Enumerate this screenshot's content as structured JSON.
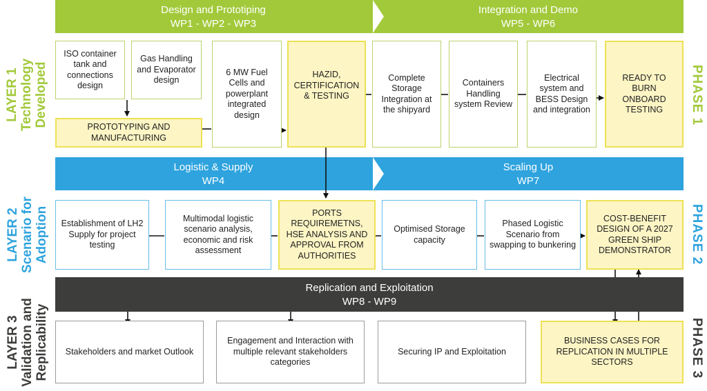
{
  "colors": {
    "green": "#a2c93a",
    "blue": "#2ea3de",
    "dark": "#3d3d3b",
    "highlight_fill": "#fdf5c4",
    "highlight_border": "#ede156"
  },
  "layers": {
    "layer1": {
      "line1": "LAYER 1",
      "line2": "Technology",
      "line3": "Developed"
    },
    "layer2": {
      "line1": "LAYER 2",
      "line2": "Scenario for",
      "line3": "Adoption"
    },
    "layer3": {
      "line1": "LAYER 3",
      "line2": "Validation and",
      "line3": "Replicability"
    }
  },
  "phases": {
    "phase1": "PHASE 1",
    "phase2": "PHASE 2",
    "phase3": "PHASE 3"
  },
  "bands": {
    "design": {
      "title": "Design and Prototiping",
      "wp": "WP1 - WP2 - WP3"
    },
    "integration": {
      "title": "Integration and Demo",
      "wp": "WP5 - WP6"
    },
    "logistic": {
      "title": "Logistic & Supply",
      "wp": "WP4"
    },
    "scaling": {
      "title": "Scaling Up",
      "wp": "WP7"
    },
    "replication": {
      "title": "Replication and Exploitation",
      "wp": "WP8 - WP9"
    }
  },
  "boxes": {
    "iso_container": "ISO container tank and connections design",
    "gas_handling": "Gas Handling and Evaporator design",
    "prototyping": "PROTOTYPING AND MANUFACTURING",
    "fuel_cells": "6 MW Fuel Cells and powerplant integrated design",
    "hazid": "HAZID, CERTIFICATION & TESTING",
    "storage_integration": "Complete Storage Integration at the shipyard",
    "containers_review": "Containers Handling system Review",
    "electrical": "Electrical system and BESS Design and integration",
    "ready_burn": "READY TO BURN ONBOARD TESTING",
    "lh2_supply": "Establishment of LH2 Supply for project testing",
    "multimodal": "Multimodal logistic scenario analysis, economic and risk assessment",
    "ports": "PORTS REQUIREMETNS, HSE ANALYSIS AND APPROVAL FROM AUTHORITIES",
    "optimised_storage": "Optimised Storage capacity",
    "phased_logistic": "Phased Logistic Scenario from swapping to bunkering",
    "cost_benefit": "COST-BENEFIT DESIGN OF A 2027 GREEN SHIP DEMONSTRATOR",
    "stakeholders": "Stakeholders and market Outlook",
    "engagement": "Engagement and Interaction with multiple relevant stakeholders categories",
    "securing_ip": "Securing IP and Exploitation",
    "business_cases": "BUSINESS CASES FOR REPLICATION IN MULTIPLE SECTORS"
  }
}
